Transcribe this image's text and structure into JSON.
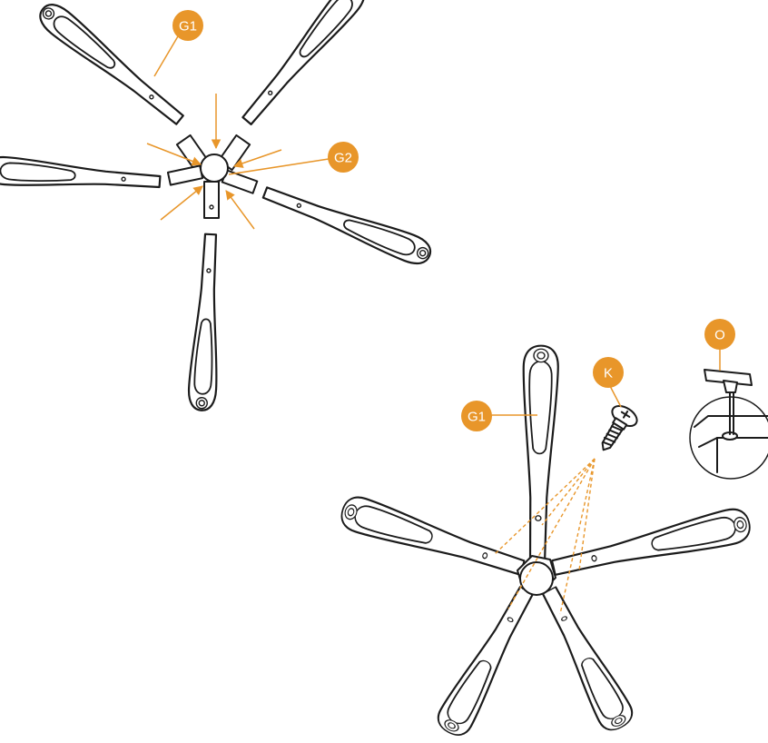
{
  "colors": {
    "accent": "#E8962A",
    "line": "#1b1b1b",
    "background": "#ffffff"
  },
  "labels": {
    "g1_top": "G1",
    "g2": "G2",
    "g1_bottom": "G1",
    "k": "K",
    "o": "O"
  },
  "illustrations": {
    "exploded_base": "five-star-base-exploded-view",
    "assembled_base": "five-star-base-assembled-view",
    "screw": "screw-icon",
    "allen_key": "allen-key-icon"
  }
}
